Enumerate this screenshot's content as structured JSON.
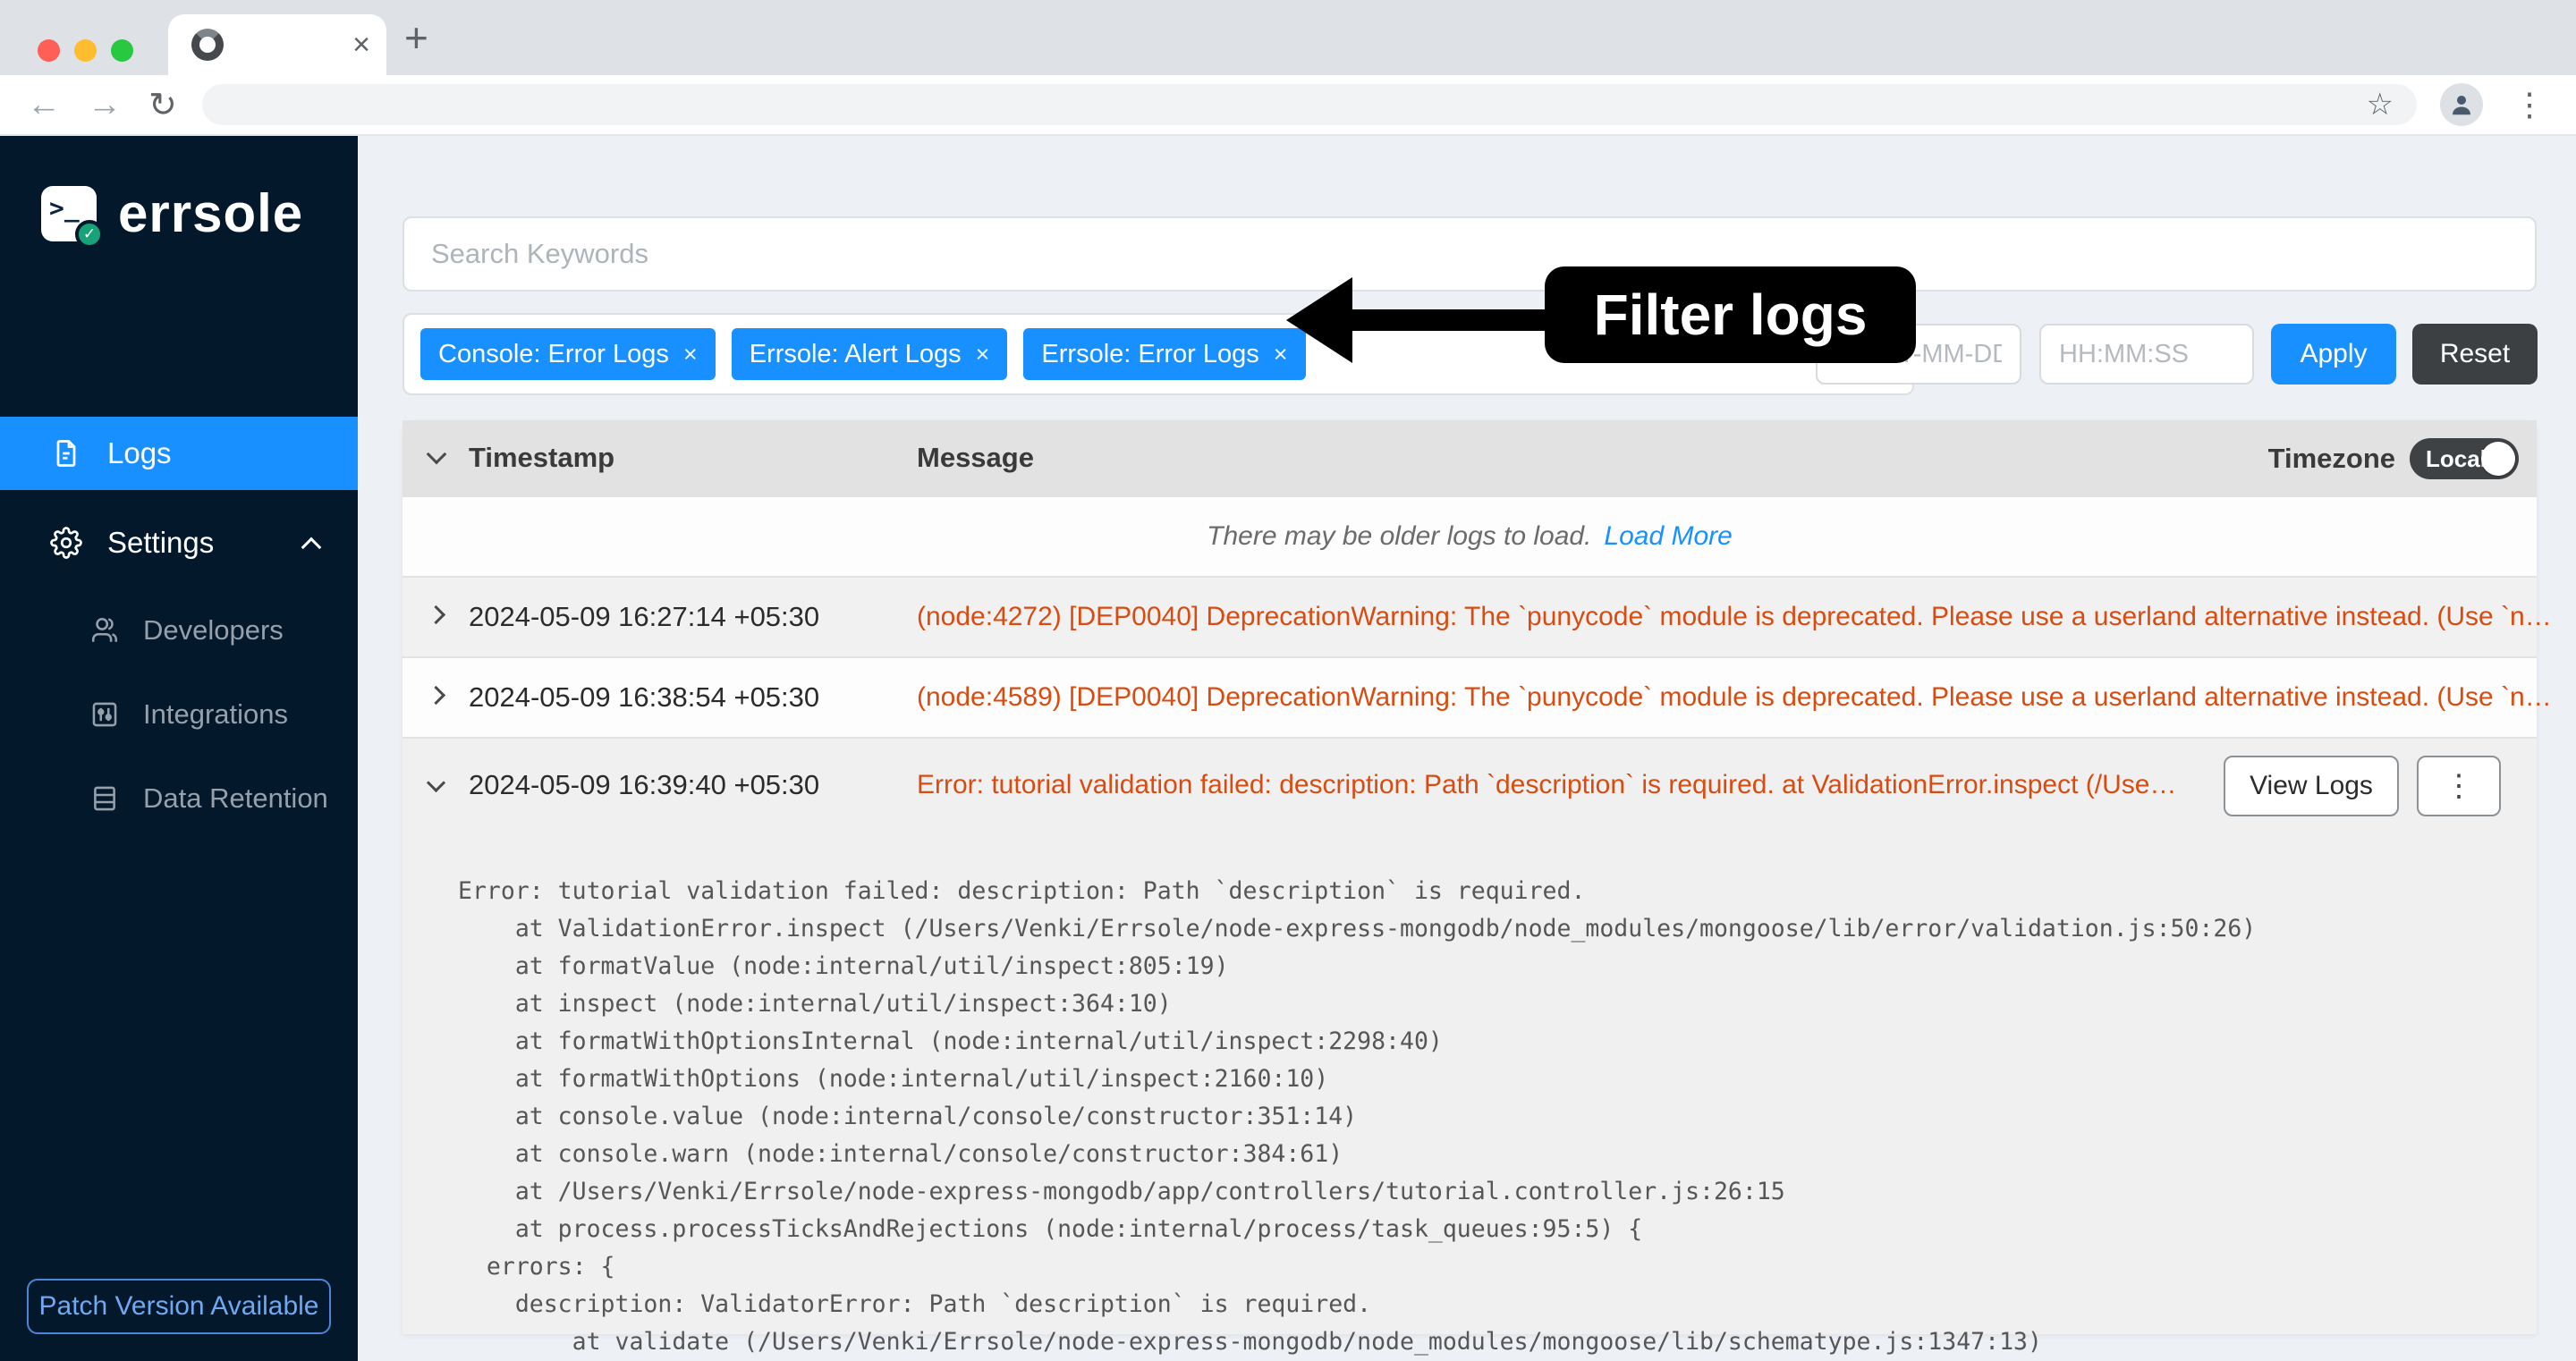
{
  "browser": {
    "tab_close_icon": "×",
    "new_tab_icon": "+",
    "back_icon": "←",
    "forward_icon": "→",
    "reload_icon": "↻",
    "bookmark_icon": "☆",
    "menu_icon": "⋮"
  },
  "sidebar": {
    "brand": "errsole",
    "logo_glyph": ">_",
    "logo_badge_icon": "✓",
    "nav": [
      {
        "label": "Logs"
      },
      {
        "label": "Settings"
      }
    ],
    "subnav": [
      {
        "label": "Developers"
      },
      {
        "label": "Integrations"
      },
      {
        "label": "Data Retention"
      }
    ],
    "patch_button": "Patch Version Available"
  },
  "filters": {
    "search_placeholder": "Search Keywords",
    "tags": [
      {
        "label": "Console: Error Logs",
        "remove_icon": "×"
      },
      {
        "label": "Errsole: Alert Logs",
        "remove_icon": "×"
      },
      {
        "label": "Errsole: Error Logs",
        "remove_icon": "×"
      }
    ],
    "date_placeholder": "YYYY-MM-DD",
    "time_placeholder": "HH:MM:SS",
    "apply_label": "Apply",
    "reset_label": "Reset"
  },
  "annotation": {
    "label": "Filter logs"
  },
  "logs_table": {
    "columns": {
      "timestamp": "Timestamp",
      "message": "Message"
    },
    "timezone_label": "Timezone",
    "timezone_value": "Local",
    "older_logs_text": "There may be older logs to load.",
    "load_more_label": "Load More",
    "rows": [
      {
        "timestamp": "2024-05-09 16:27:14 +05:30",
        "message": "(node:4272) [DEP0040] DeprecationWarning: The `punycode` module is deprecated. Please use a userland alternative instead. (Use `n…"
      },
      {
        "timestamp": "2024-05-09 16:38:54 +05:30",
        "message": "(node:4589) [DEP0040] DeprecationWarning: The `punycode` module is deprecated. Please use a userland alternative instead. (Use `n…"
      },
      {
        "timestamp": "2024-05-09 16:39:40 +05:30",
        "message": "Error: tutorial validation failed: description: Path `description` is required. at ValidationError.inspect (/Use…"
      }
    ],
    "view_logs_label": "View Logs",
    "row_menu_icon": "⋮",
    "expanded_log": "Error: tutorial validation failed: description: Path `description` is required.\n    at ValidationError.inspect (/Users/Venki/Errsole/node-express-mongodb/node_modules/mongoose/lib/error/validation.js:50:26)\n    at formatValue (node:internal/util/inspect:805:19)\n    at inspect (node:internal/util/inspect:364:10)\n    at formatWithOptionsInternal (node:internal/util/inspect:2298:40)\n    at formatWithOptions (node:internal/util/inspect:2160:10)\n    at console.value (node:internal/console/constructor:351:14)\n    at console.warn (node:internal/console/constructor:384:61)\n    at /Users/Venki/Errsole/node-express-mongodb/app/controllers/tutorial.controller.js:26:15\n    at process.processTicksAndRejections (node:internal/process/task_queues:95:5) {\n  errors: {\n    description: ValidatorError: Path `description` is required.\n        at validate (/Users/Venki/Errsole/node-express-mongodb/node_modules/mongoose/lib/schematype.js:1347:13)"
  },
  "colors": {
    "accent_blue": "#1890ff",
    "error_text": "#da4b10",
    "sidebar_bg": "#03182b",
    "annotation_black": "#000000"
  }
}
